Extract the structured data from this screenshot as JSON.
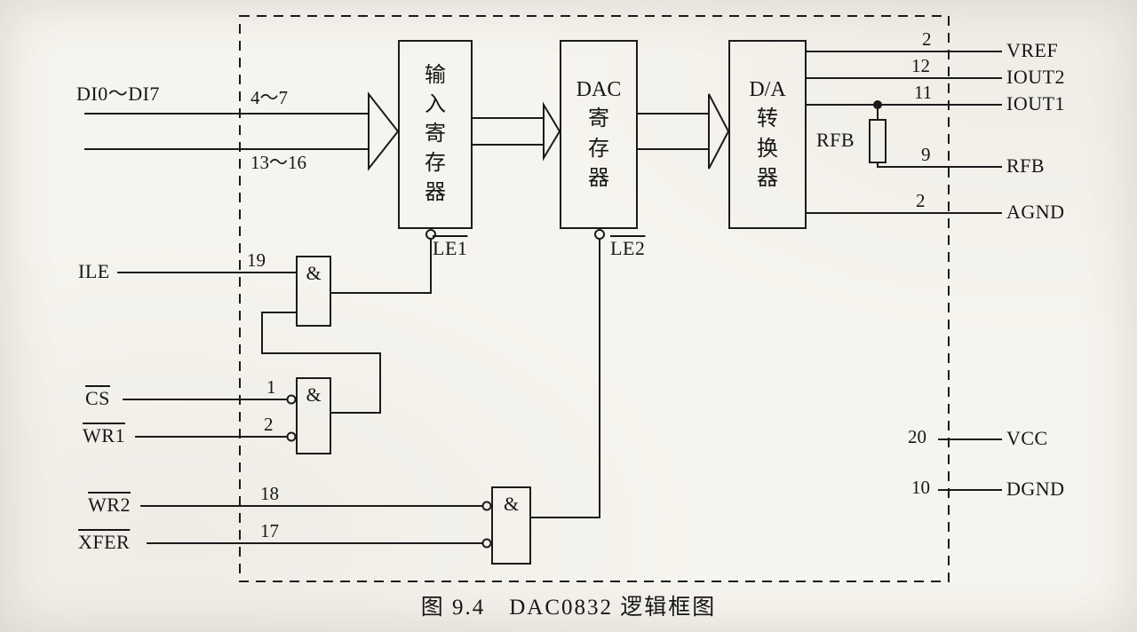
{
  "caption": "图 9.4　DAC0832 逻辑框图",
  "blocks": {
    "input_register": "输\n入\n寄\n存\n器",
    "dac_register": "DAC\n寄\n存\n器",
    "da_converter": "D/A\n转\n换\n器"
  },
  "gate_symbol": "&",
  "inputs": {
    "di_label": "DI0～DI7",
    "di_pins_high": "4～7",
    "di_pins_low": "13～16",
    "ile": {
      "label": "ILE",
      "pin": "19"
    },
    "cs": {
      "label": "CS",
      "pin": "1"
    },
    "wr1": {
      "label": "WR1",
      "pin": "2"
    },
    "wr2": {
      "label": "WR2",
      "pin": "18"
    },
    "xfer": {
      "label": "XFER",
      "pin": "17"
    }
  },
  "internal_labels": {
    "le1": "LE1",
    "le2": "LE2",
    "rfb": "RFB"
  },
  "outputs": [
    {
      "pin": "2",
      "label": "VREF"
    },
    {
      "pin": "12",
      "label": "IOUT2"
    },
    {
      "pin": "11",
      "label": "IOUT1"
    },
    {
      "pin": "9",
      "label": "RFB"
    },
    {
      "pin": "2",
      "label": "AGND"
    },
    {
      "pin": "20",
      "label": "VCC"
    },
    {
      "pin": "10",
      "label": "DGND"
    }
  ]
}
